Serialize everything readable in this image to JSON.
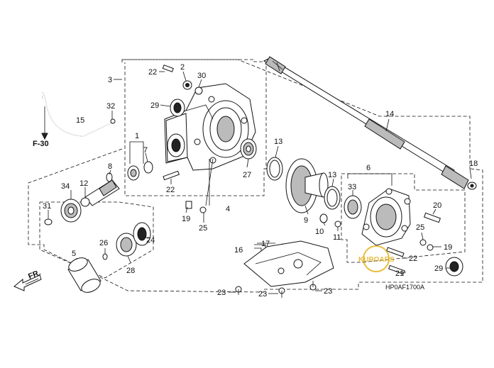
{
  "labels": [
    {
      "id": "3",
      "text": "3"
    },
    {
      "id": "22a",
      "text": "22"
    },
    {
      "id": "2",
      "text": "2"
    },
    {
      "id": "30",
      "text": "30"
    },
    {
      "id": "29a",
      "text": "29"
    },
    {
      "id": "32",
      "text": "32"
    },
    {
      "id": "15",
      "text": "15"
    },
    {
      "id": "1",
      "text": "1"
    },
    {
      "id": "7",
      "text": "7"
    },
    {
      "id": "8",
      "text": "8"
    },
    {
      "id": "34",
      "text": "34"
    },
    {
      "id": "12",
      "text": "12"
    },
    {
      "id": "31",
      "text": "31"
    },
    {
      "id": "22b",
      "text": "22"
    },
    {
      "id": "19a",
      "text": "19"
    },
    {
      "id": "25a",
      "text": "25"
    },
    {
      "id": "4",
      "text": "4"
    },
    {
      "id": "27",
      "text": "27"
    },
    {
      "id": "13a",
      "text": "13"
    },
    {
      "id": "13b",
      "text": "13"
    },
    {
      "id": "9",
      "text": "9"
    },
    {
      "id": "14",
      "text": "14"
    },
    {
      "id": "18",
      "text": "18"
    },
    {
      "id": "6",
      "text": "6"
    },
    {
      "id": "33",
      "text": "33"
    },
    {
      "id": "10",
      "text": "10"
    },
    {
      "id": "11",
      "text": "11"
    },
    {
      "id": "20",
      "text": "20"
    },
    {
      "id": "25b",
      "text": "25"
    },
    {
      "id": "19b",
      "text": "19"
    },
    {
      "id": "22c",
      "text": "22"
    },
    {
      "id": "21",
      "text": "21"
    },
    {
      "id": "29b",
      "text": "29"
    },
    {
      "id": "26",
      "text": "26"
    },
    {
      "id": "24",
      "text": "24"
    },
    {
      "id": "28",
      "text": "28"
    },
    {
      "id": "5",
      "text": "5"
    },
    {
      "id": "17",
      "text": "17"
    },
    {
      "id": "16",
      "text": "16"
    },
    {
      "id": "23a",
      "text": "23"
    },
    {
      "id": "23b",
      "text": "23"
    },
    {
      "id": "23c",
      "text": "23"
    }
  ],
  "reference": "F-30",
  "front_marker": "FR.",
  "diagram_code": "HP0AF1700A",
  "watermark": "KUROARS"
}
